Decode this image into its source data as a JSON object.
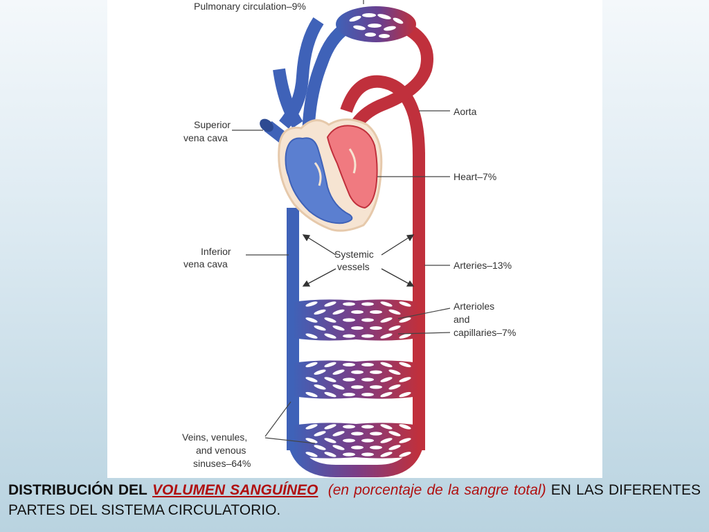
{
  "diagram": {
    "labels": {
      "pulmonary": "Pulmonary circulation–9%",
      "aorta": "Aorta",
      "superior_vc": [
        "Superior",
        "vena cava"
      ],
      "heart": "Heart–7%",
      "inferior_vc": [
        "Inferior",
        "vena cava"
      ],
      "systemic": [
        "Systemic",
        "vessels"
      ],
      "arteries": "Arteries–13%",
      "arterioles": [
        "Arterioles",
        "and",
        "capillaries–7%"
      ],
      "veins": [
        "Veins, venules,",
        "and venous",
        "sinuses–64%"
      ]
    },
    "colors": {
      "venous": "#3f62b8",
      "arterial": "#c0303c",
      "heart_outline": "#f3dcc4",
      "lumen_blue": "#5b7fd0",
      "lumen_red": "#f07a80"
    }
  },
  "caption": {
    "bold_lead": "DISTRIBUCIÓN DEL",
    "underlined": "VOLUMEN SANGUÍNEO",
    "italic": "(en porcentaje de la sangre total)",
    "rest": "EN LAS DIFERENTES PARTES DEL SISTEMA CIRCULATORIO."
  }
}
